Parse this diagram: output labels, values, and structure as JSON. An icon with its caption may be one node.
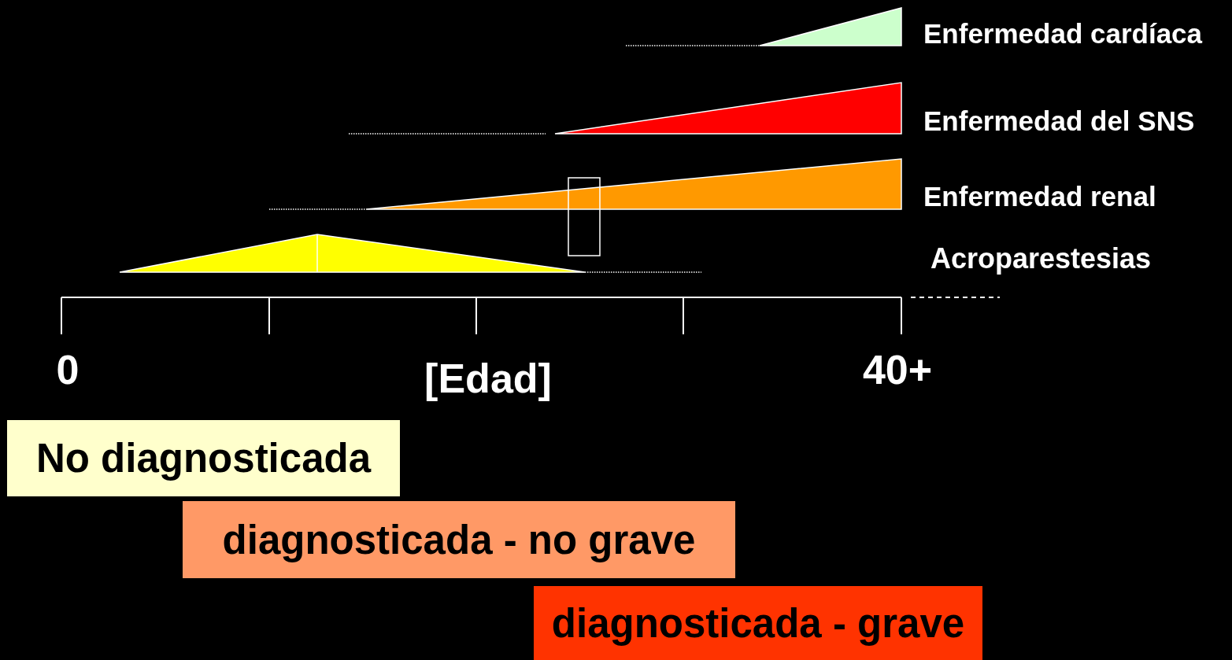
{
  "diagram": {
    "nodes": [
      {
        "text": [
          "Enfermedad cardíaca"
        ]
      },
      {
        "text": [
          "Enfermedad del SNS"
        ]
      },
      {
        "text": [
          "Enfermedad renal"
        ]
      },
      {
        "text": [],
        "shape": "triangle"
      },
      {
        "text": [
          "No diagnosticada"
        ]
      },
      {
        "text": [
          "diagnosticada - no grave"
        ]
      },
      {
        "text": [
          "diagnosticada - grave"
        ]
      }
    ],
    "edges": [],
    "labels": [
      "Acroparestesias",
      "0",
      "[Edad]",
      "40+"
    ]
  }
}
